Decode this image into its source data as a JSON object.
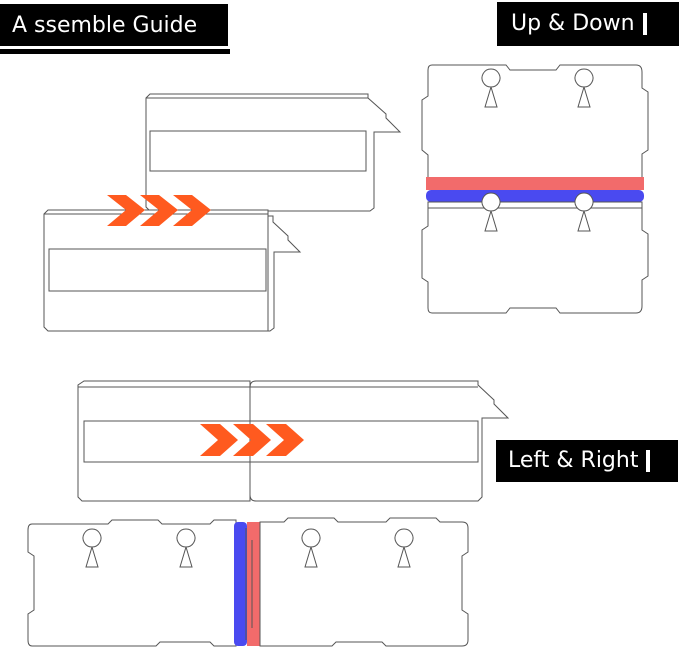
{
  "titles": {
    "assemble_guide": "A ssemble Guide",
    "up_down": "Up & Down",
    "left_right": "Left & Right"
  },
  "colors": {
    "arrow": "#ff5a1f",
    "tape_red": "#f26b6b",
    "tape_blue": "#4a4af0",
    "outline": "#555555"
  },
  "icons": [
    "chevron-arrow-icon",
    "keyhole-icon"
  ]
}
